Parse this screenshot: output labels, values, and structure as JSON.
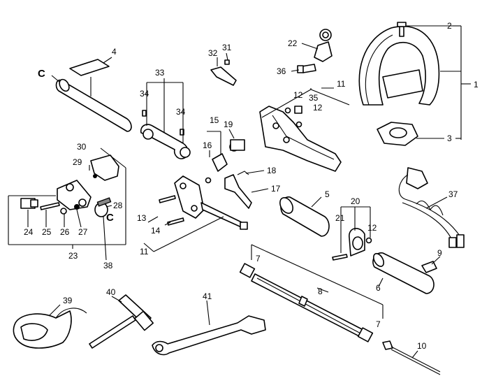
{
  "callouts": [
    {
      "id": "c1",
      "text": "1"
    },
    {
      "id": "c2",
      "text": "2"
    },
    {
      "id": "c3",
      "text": "3"
    },
    {
      "id": "c4",
      "text": "4"
    },
    {
      "id": "c5",
      "text": "5"
    },
    {
      "id": "c6",
      "text": "6"
    },
    {
      "id": "c7a",
      "text": "7"
    },
    {
      "id": "c7b",
      "text": "7"
    },
    {
      "id": "c8",
      "text": "8"
    },
    {
      "id": "c9",
      "text": "9"
    },
    {
      "id": "c10",
      "text": "10"
    },
    {
      "id": "c11a",
      "text": "11"
    },
    {
      "id": "c11b",
      "text": "11"
    },
    {
      "id": "c12a",
      "text": "12"
    },
    {
      "id": "c12b",
      "text": "12"
    },
    {
      "id": "c12c",
      "text": "12"
    },
    {
      "id": "c13",
      "text": "13"
    },
    {
      "id": "c14",
      "text": "14"
    },
    {
      "id": "c15",
      "text": "15"
    },
    {
      "id": "c16",
      "text": "16"
    },
    {
      "id": "c17",
      "text": "17"
    },
    {
      "id": "c18",
      "text": "18"
    },
    {
      "id": "c19",
      "text": "19"
    },
    {
      "id": "c20",
      "text": "20"
    },
    {
      "id": "c21",
      "text": "21"
    },
    {
      "id": "c22",
      "text": "22"
    },
    {
      "id": "c23",
      "text": "23"
    },
    {
      "id": "c24",
      "text": "24"
    },
    {
      "id": "c25",
      "text": "25"
    },
    {
      "id": "c26",
      "text": "26"
    },
    {
      "id": "c27",
      "text": "27"
    },
    {
      "id": "c28",
      "text": "28"
    },
    {
      "id": "c29",
      "text": "29"
    },
    {
      "id": "c30",
      "text": "30"
    },
    {
      "id": "c31",
      "text": "31"
    },
    {
      "id": "c32",
      "text": "32"
    },
    {
      "id": "c33",
      "text": "33"
    },
    {
      "id": "c34a",
      "text": "34"
    },
    {
      "id": "c34b",
      "text": "34"
    },
    {
      "id": "c35",
      "text": "35"
    },
    {
      "id": "c36",
      "text": "36"
    },
    {
      "id": "c37",
      "text": "37"
    },
    {
      "id": "c38",
      "text": "38"
    },
    {
      "id": "c39",
      "text": "39"
    },
    {
      "id": "c40",
      "text": "40"
    },
    {
      "id": "c41",
      "text": "41"
    }
  ],
  "connector_marks": {
    "upper": "C",
    "lower": "C"
  }
}
